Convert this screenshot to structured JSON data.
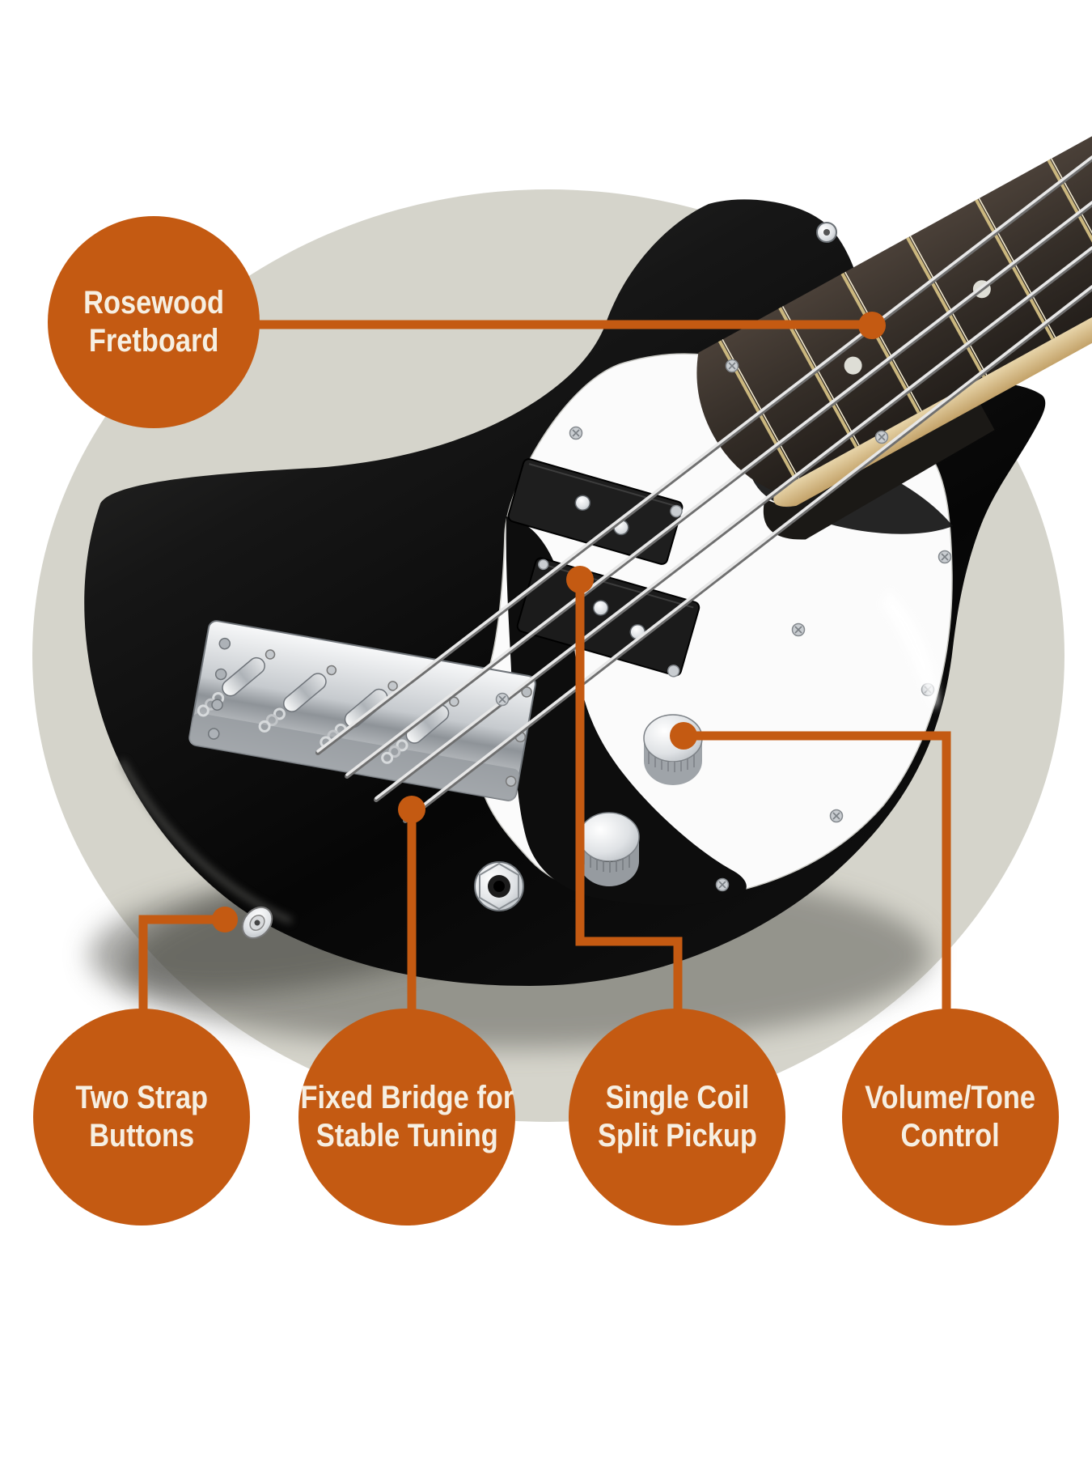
{
  "colors": {
    "accent_orange": "#C45A12",
    "label_text": "#F6EFE2",
    "backdrop_circle": "#D5D4CB",
    "page_background": "#FFFFFF",
    "guitar_body_black": "#101010",
    "pickguard_white": "#FBFBFB"
  },
  "subject": {
    "name": "black-electric-bass-guitar"
  },
  "callouts": [
    {
      "id": "rosewood-fretboard",
      "line1": "Rosewood",
      "line2": "Fretboard"
    },
    {
      "id": "two-strap-buttons",
      "line1": "Two Strap",
      "line2": "Buttons"
    },
    {
      "id": "fixed-bridge-stable-tuning",
      "line1": "Fixed Bridge for",
      "line2": "Stable Tuning"
    },
    {
      "id": "single-coil-split-pickup",
      "line1": "Single Coil",
      "line2": "Split Pickup"
    },
    {
      "id": "volume-tone-control",
      "line1": "Volume/Tone",
      "line2": "Control"
    }
  ]
}
